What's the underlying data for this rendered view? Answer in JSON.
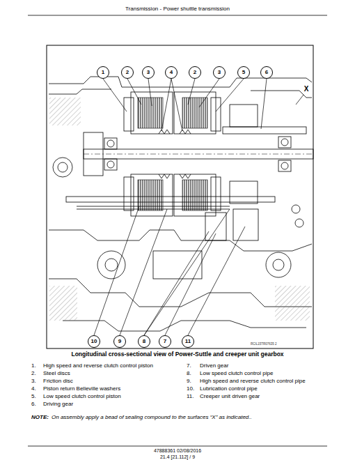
{
  "diagram": {
    "caption": "Longitudinal cross-sectional view of Power-Suttle and creeper unit gearbox",
    "labels": [
      "Transmission - Power shuttle transmission",
      "1",
      "2",
      "3",
      "4",
      "2",
      "3",
      "5",
      "6",
      "X",
      "RCIL15TR07635",
      "2",
      "10",
      "9",
      "8",
      "7",
      "11",
      "1.",
      "High speed and reverse clutch control piston",
      "2.",
      "Steel discs",
      "3.",
      "Friction disc",
      "4.",
      "Piston return Belleville washers",
      "5.",
      "Low speed clutch control piston",
      "6.",
      "Driving gear",
      "7.",
      "Driven gear",
      "8.",
      "Low speed clutch control pipe",
      "9.",
      "High speed and reverse clutch control pipe",
      "10.",
      "Lubrication control pipe",
      "11.",
      "Creeper unit driven gear",
      "NOTE:",
      "On assembly apply a bead of sealing compound to the surfaces “X” as indicated..",
      "47888361 02/08/2016",
      "21.4 [21.112] / 9"
    ]
  }
}
